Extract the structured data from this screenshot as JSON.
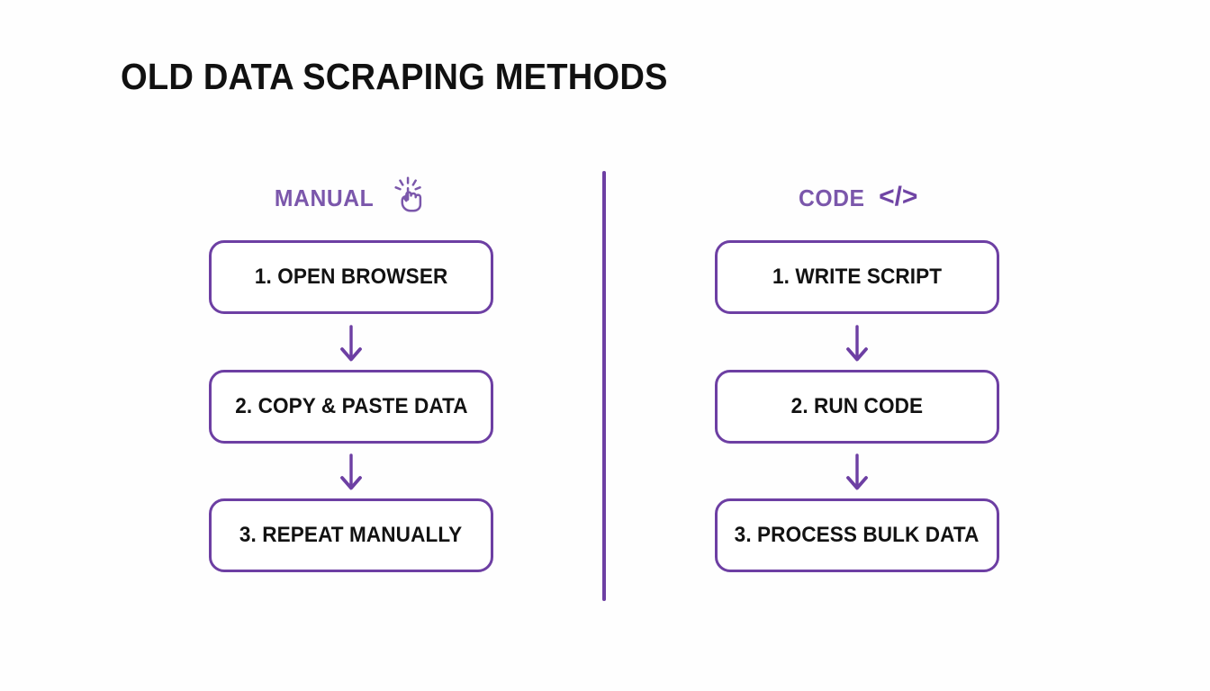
{
  "title": "OLD DATA SCRAPING METHODS",
  "colors": {
    "purple_border": "#6d3fa3",
    "purple_text": "#7b57ab",
    "text_dark": "#121212",
    "background": "#fefefe"
  },
  "columns": [
    {
      "id": "manual",
      "header": "MANUAL",
      "icon": "click-hand-icon",
      "steps": [
        {
          "label": "1. OPEN BROWSER"
        },
        {
          "label": "2. COPY & PASTE DATA"
        },
        {
          "label": "3. REPEAT MANUALLY"
        }
      ]
    },
    {
      "id": "code",
      "header": "CODE",
      "icon": "code-brackets-icon",
      "icon_glyph": "</>",
      "steps": [
        {
          "label": "1. WRITE SCRIPT"
        },
        {
          "label": "2. RUN CODE"
        },
        {
          "label": "3. PROCESS BULK DATA"
        }
      ]
    }
  ],
  "connectors": {
    "arrow_glyph": "down-arrow",
    "count_per_column": 2
  },
  "divider": {
    "orientation": "vertical"
  }
}
